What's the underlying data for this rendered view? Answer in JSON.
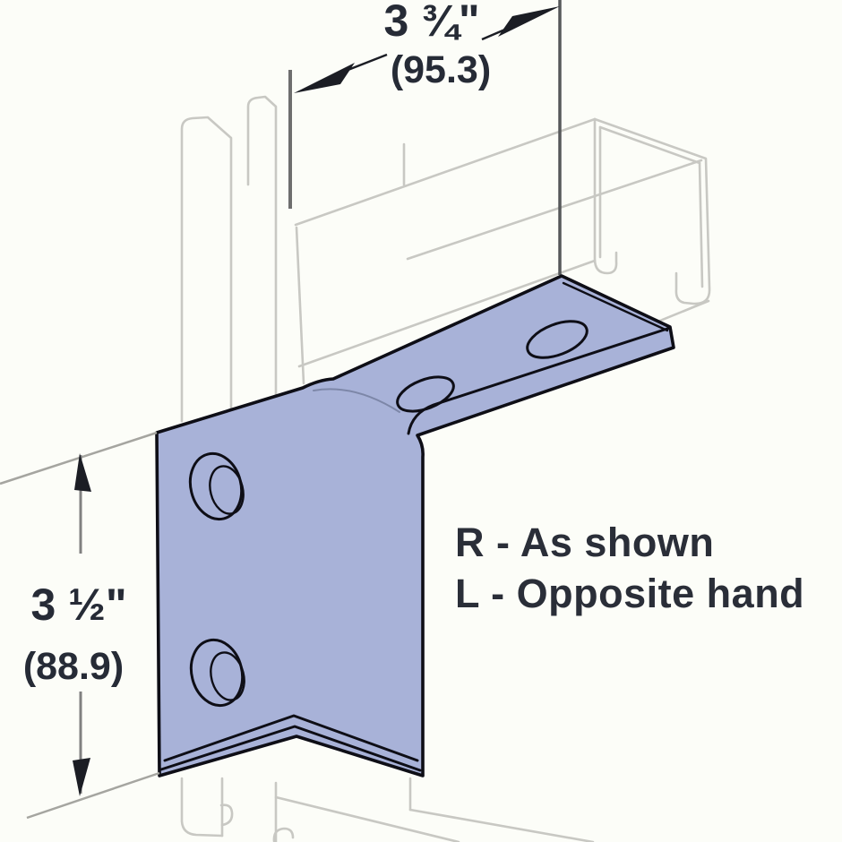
{
  "diagram": {
    "description": "90-degree angle strut fitting shown connecting a vertical strut channel and a horizontal strut channel",
    "background_color": "#fcfdf8",
    "part_fill": "#a8b2d8",
    "hole_fill": "#4a76b2",
    "outline_color": "#0e0e16",
    "ghost_line_color": "#c8c8c3",
    "dimension_line_color": "#6e6e6e",
    "text_color": "#262b36"
  },
  "dimensions": {
    "top": {
      "inches": "3 ¾\"",
      "millimeters": "(95.3)"
    },
    "left": {
      "inches": "3 ½\"",
      "millimeters": "(88.9)"
    }
  },
  "labels": {
    "orientation_r": "R - As shown",
    "orientation_l": "L - Opposite hand"
  }
}
